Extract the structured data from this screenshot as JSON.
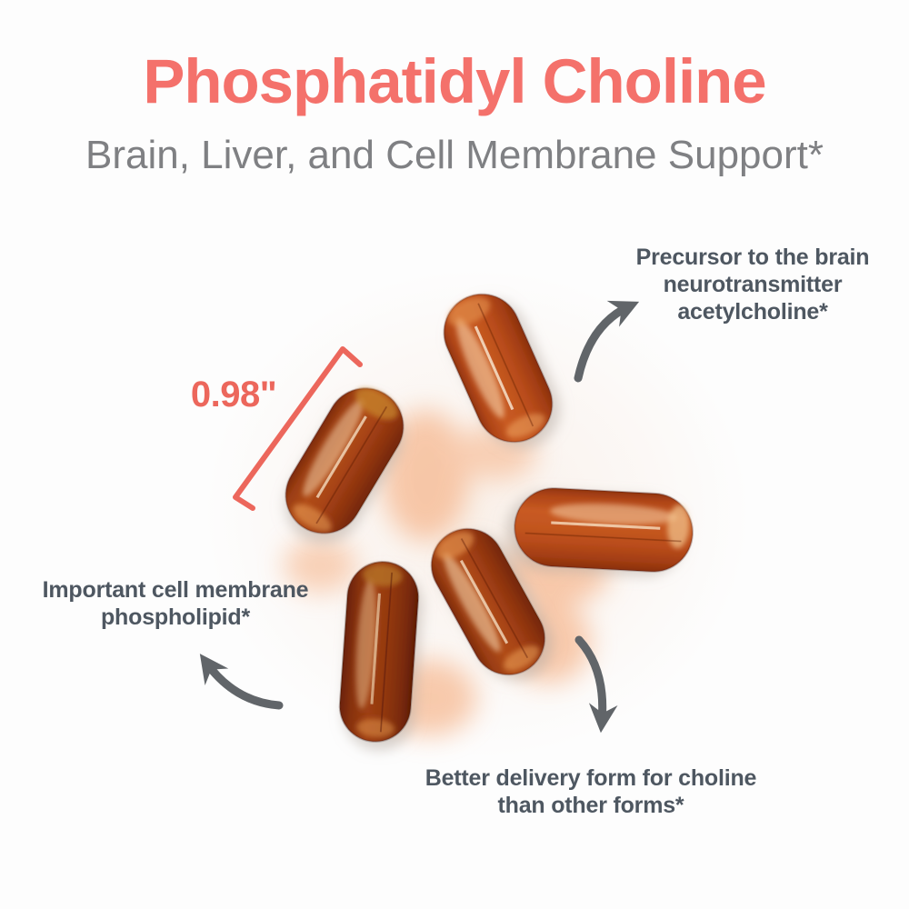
{
  "page": {
    "title": "Phosphatidyl Choline",
    "subtitle": "Brain, Liver, and Cell Membrane Support*"
  },
  "measurement": {
    "value": "0.98\""
  },
  "callouts": {
    "precursor": {
      "lines": [
        "Precursor to the brain",
        "neurotransmitter",
        "acetylcholine*"
      ]
    },
    "membrane": {
      "lines": [
        "Important cell membrane",
        "phospholipid*"
      ]
    },
    "delivery": {
      "lines": [
        "Better delivery form for choline",
        "than other forms*"
      ]
    }
  },
  "photo": {
    "subject": "amber softgel capsules",
    "capsule_count": 5
  },
  "colors": {
    "accent_coral": "#F4716B",
    "bracket_coral": "#EC675C",
    "subtitle_gray": "#7f8083",
    "callout_slate": "#4E5761",
    "arrow_gray": "#616569",
    "capsule_amber": "#B04C18",
    "background": "#FDFDFD"
  }
}
